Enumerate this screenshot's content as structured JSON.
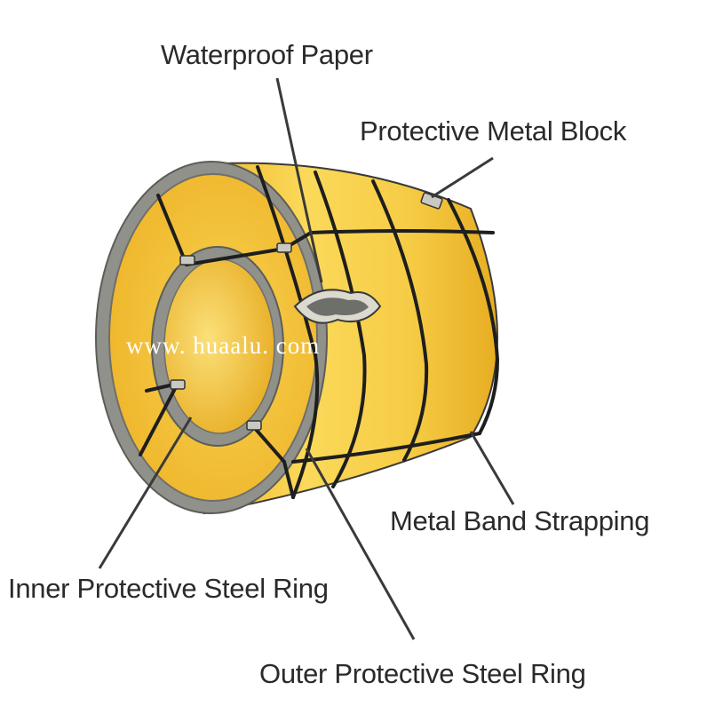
{
  "labels": {
    "waterproof_paper": "Waterproof Paper",
    "protective_metal_block": "Protective Metal Block",
    "metal_band_strapping": "Metal Band Strapping",
    "inner_ring": "Inner Protective Steel Ring",
    "outer_ring": "Outer Protective Steel Ring"
  },
  "watermark": "www. huaalu. com",
  "colors": {
    "coil_face": "#f2c23a",
    "coil_body": "#f7cf4a",
    "ring_gray": "#8f918a",
    "strap": "#1e1e1e",
    "leader_line": "#3a3a3a"
  }
}
